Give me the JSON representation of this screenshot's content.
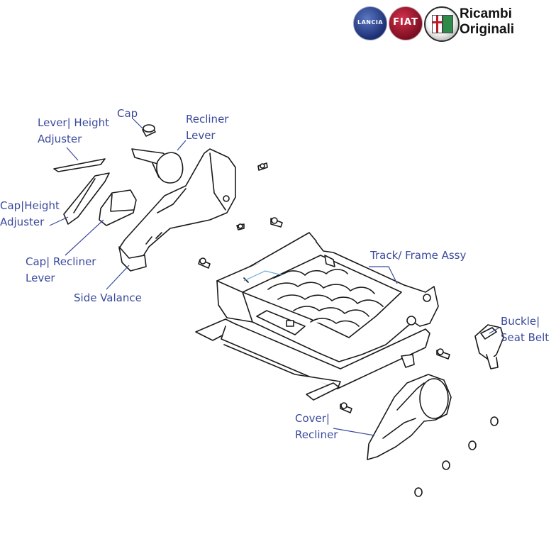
{
  "brand": {
    "title_line1": "Ricambi",
    "title_line2": "Originali",
    "logos": [
      {
        "icon": "lancia-logo-icon",
        "color": "#1d2f73"
      },
      {
        "icon": "fiat-logo-icon",
        "color": "#9e1228"
      },
      {
        "icon": "alfa-romeo-logo-icon",
        "color": "#2b2b2b"
      }
    ]
  },
  "colors": {
    "label": "#3b4a9c",
    "line_art": "#1a1a1a",
    "leader_line": "#3b4a9c"
  },
  "labels": {
    "cap": "Cap",
    "recliner_lever_line1": "Recliner",
    "recliner_lever_line2": "Lever",
    "lever_height_adjuster_line1": "Lever|  Height",
    "lever_height_adjuster_line2": "Adjuster",
    "cap_height_adjuster_line1": "Cap|Height",
    "cap_height_adjuster_line2": "Adjuster",
    "cap_recliner_lever_line1": "Cap|  Recliner",
    "cap_recliner_lever_line2": "Lever",
    "side_valance": "Side Valance",
    "track_frame_assy": "Track/ Frame Assy",
    "buckle_seat_belt_line1": "Buckle|",
    "buckle_seat_belt_line2": "Seat Belt",
    "cover_recliner_line1": "Cover|",
    "cover_recliner_line2": "Recliner"
  }
}
